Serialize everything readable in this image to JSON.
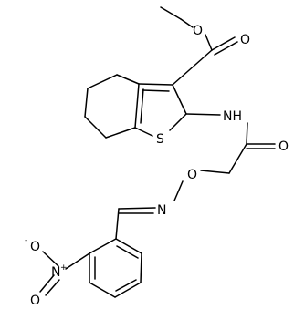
{
  "molecule": {
    "atoms": {
      "ester_carbonyl_o": "O",
      "ester_ether_o": "O",
      "amide_nh": "NH",
      "thiophene_s": "S",
      "amide_carbonyl_o": "O",
      "oxime_ether_o": "O",
      "oxime_n": "N",
      "nitro_n": "N",
      "nitro_o_top": "O",
      "nitro_o_bottom": "O"
    },
    "charges": {
      "nitro_o_top": "-",
      "nitro_n": "+"
    }
  }
}
